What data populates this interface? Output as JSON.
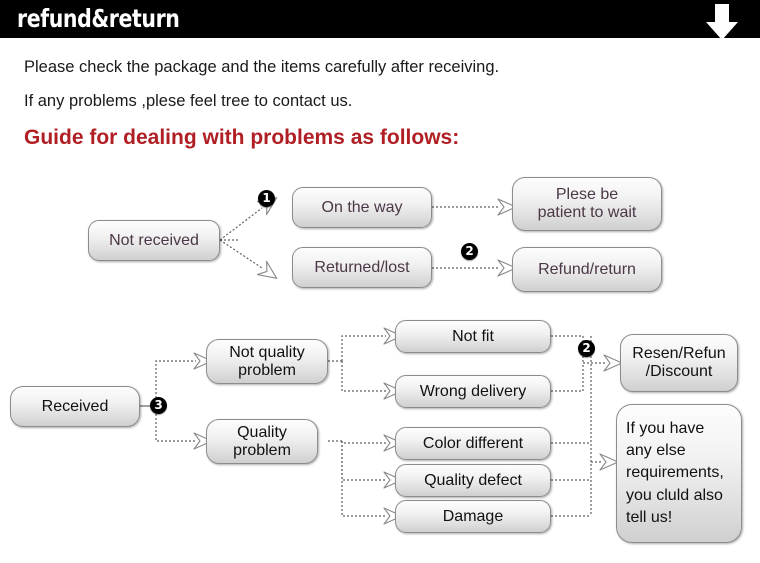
{
  "header": {
    "title": "refund&return",
    "arrow_icon": "arrow-down-icon",
    "background": "#000000",
    "text_color": "#ffffff"
  },
  "intro": {
    "line1": "Please check the package and the items carefully after receiving.",
    "line2": "If any problems ,plese feel tree to contact us.",
    "heading": "Guide for dealing with problems as follows:",
    "heading_color": "#b01f24"
  },
  "flow": {
    "section_not_received": {
      "source": "Not received",
      "branches": [
        {
          "label": "On the way",
          "marker": "❶",
          "result": "Plese be\npatient to wait"
        },
        {
          "label": "Returned/lost",
          "marker": "❷",
          "result": "Refund/return"
        }
      ]
    },
    "section_received": {
      "source": "Received",
      "marker": "❸",
      "categories": [
        {
          "label": "Not quality\nproblem",
          "issues": [
            "Not fit",
            "Wrong delivery"
          ],
          "marker": "❷",
          "result": "Resen/Refun\n/Discount"
        },
        {
          "label": "Quality\nproblem",
          "issues": [
            "Color different",
            "Quality defect",
            "Damage"
          ],
          "result": "If you have\nany else\nrequirements,\nyou cluld also\ntell us!"
        }
      ]
    }
  },
  "markers": {
    "one": "1",
    "two": "2",
    "three": "3"
  },
  "colors": {
    "box_border": "#8c8c8c",
    "box_text_plum": "#4b3747",
    "box_text_dark": "#111111",
    "connector": "#6e6e6e"
  }
}
